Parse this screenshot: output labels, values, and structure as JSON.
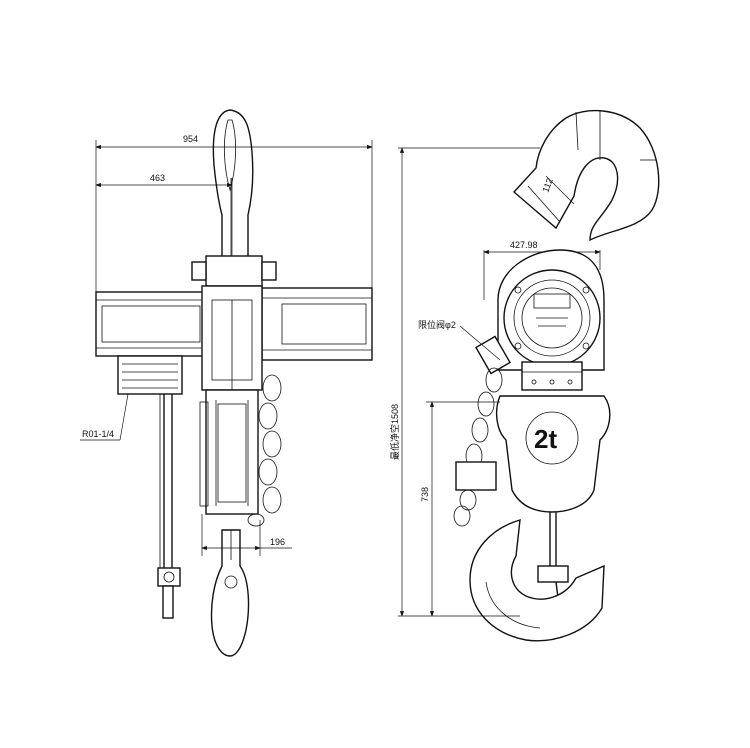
{
  "left_view": {
    "dim_overall_width": "954",
    "dim_half_width": "463",
    "dim_chain_offset": "196",
    "thread_label": "R01-1/4"
  },
  "right_view": {
    "dim_hook_opening": "112",
    "dim_body_width": "427.98",
    "dim_total_height": "最低净空1508",
    "dim_lower_height": "738",
    "limit_valve_label": "限位阀φ2",
    "capacity_marking": "2t"
  }
}
